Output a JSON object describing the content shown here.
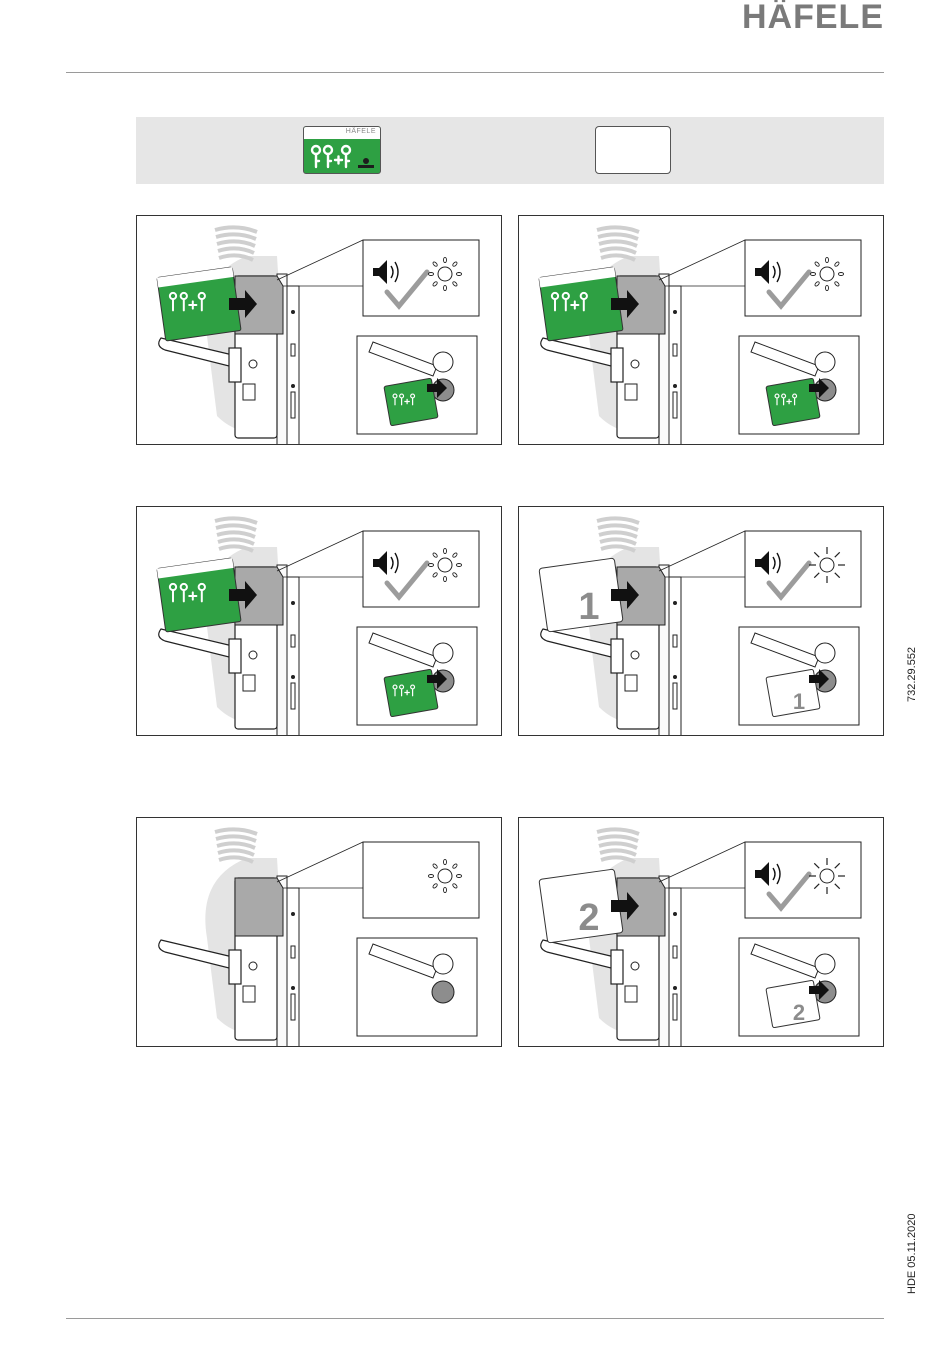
{
  "header": {
    "logo_text": "HÄFELE"
  },
  "legend": {
    "master_card": {
      "brand_text": "HÄFELE",
      "icon": "keys-plus-icon",
      "color": "#2ea043"
    },
    "blank_card": {
      "icon": "blank-card-icon"
    }
  },
  "panels": [
    {
      "id": "step-1",
      "card": "master",
      "card_number": "",
      "sound": true,
      "check": true,
      "led": "flashing"
    },
    {
      "id": "step-2",
      "card": "master",
      "card_number": "",
      "sound": true,
      "check": true,
      "led": "flashing"
    },
    {
      "id": "step-3",
      "card": "master",
      "card_number": "",
      "sound": true,
      "check": true,
      "led": "flashing"
    },
    {
      "id": "step-4",
      "card": "blank",
      "card_number": "1",
      "sound": true,
      "check": true,
      "led": "lit"
    },
    {
      "id": "step-5",
      "card": "none",
      "card_number": "",
      "sound": false,
      "check": false,
      "led": "flashing"
    },
    {
      "id": "step-6",
      "card": "blank",
      "card_number": "2",
      "sound": true,
      "check": true,
      "led": "lit"
    }
  ],
  "side": {
    "article_number": "732.29.552",
    "edition": "HDE 05.11.2020"
  },
  "colors": {
    "accent_green": "#2ea043",
    "panel_border": "#333333",
    "bar_gray": "#e6e6e6"
  }
}
